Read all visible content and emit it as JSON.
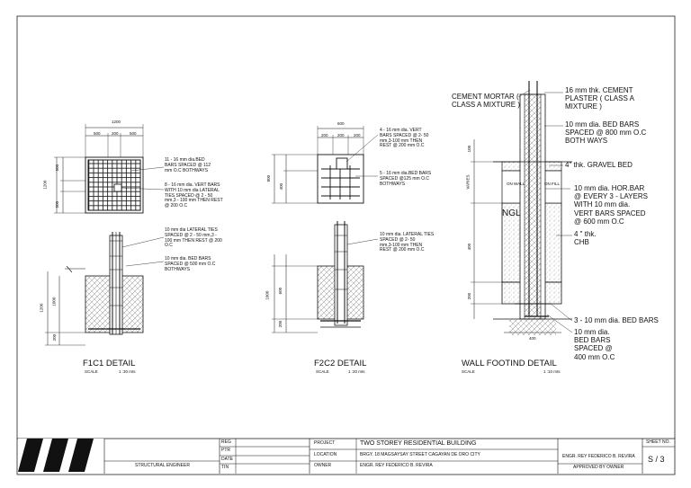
{
  "details": {
    "f1c1": {
      "title": "F1C1 DETAIL",
      "scale_label": "SCALE",
      "scale_value": "1 :30 mts",
      "dims": {
        "top_total": "1200",
        "top_a": "500",
        "top_b": "200",
        "top_c": "500",
        "left_total": "1200",
        "left_a": "500",
        "left_b": "500",
        "elev_total": "1200",
        "elev_a": "1000",
        "elev_b": "200"
      },
      "notes": {
        "bed_bars": "11 - 16 mm dia.BED\nBARS SPACED @ 112\nmm O.C BOTHWAYS",
        "vert_bars": "8 - 16 mm dia. VERT BARS\nWITH 10 mm dia LATERAL\nTIES SPACED @ 2 - 50\nmm,3 - 100 mm THEN REST\n@ 200 O.C",
        "lateral_ties": "10 mm dia LATERAL TIES\nSPACED @ 2 - 50 mm,3 -\n100 mm THEN REST @ 200\nO.C",
        "bed_bars_2": "10 mm dia. BED BARS\nSPACED @ 500 mm O.C\nBOTHWAYS"
      }
    },
    "f2c2": {
      "title": "F2C2 DETAIL",
      "scale_label": "SCALE",
      "scale_value": "1 :20 mts",
      "dims": {
        "top_total": "600",
        "top_a": "200",
        "top_b": "200",
        "top_c": "200",
        "left_total": "800",
        "left_a": "400",
        "elev_total": "1000",
        "elev_a": "600",
        "elev_b": "200"
      },
      "notes": {
        "vert_bars": "4 - 16 mm dia. VERT\nBARS SPACED @ 2- 50\nmm,3-100 mm THEN\nREST @ 200 mm O.C",
        "bed_bars": "5 - 16 mm dia.BED BARS\nSPACED @125 mm O.C\nBOTHWAYS",
        "lateral_ties": "10 mm dia. LATERAL TIES\nSPACED @ 2- 50\nmm,3-100 mm THEN\nREST @ 200 mm O.C"
      }
    },
    "wall": {
      "title": "WALL FOOTIND DETAIL",
      "scale_label": "SCALE",
      "scale_value": "1 :10 mts",
      "ngl": "NGL",
      "dims": {
        "varies": "VARIES",
        "h_a": "400",
        "h_b": "200",
        "h_top": "100",
        "bottom": "400"
      },
      "small": {
        "on_wall": "ON WALL",
        "on_fill": "ON FILL"
      },
      "notes": {
        "cement_mortar": "CEMENT MORTAR (\nCLASS A MIXTURE )",
        "plaster": "16 mm thk. CEMENT\nPLASTER ( CLASS A\nMIXTURE )",
        "bed_bars_top": "10 mm dia. BED BARS\nSPACED @ 800 mm O.C\nBOTH WAYS",
        "gravel": "4\" thk. GRAVEL BED",
        "hor_bar": "10 mm dia. HOR.BAR\n@ EVERY 3 - LAYERS\nWITH 10 mm dia.\nVERT BARS SPACED\n@ 600 mm O.C",
        "chb": "4 \" thk.\nCHB",
        "bed_bars_3": "3 - 10 mm dia. BED BARS",
        "bed_bars_spaced": "10 mm dia.\nBED BARS\nSPACED @\n400 mm O.C"
      }
    }
  },
  "title_block": {
    "structural_engineer": "STRUCTURAL ENGINEER",
    "reg": "REG",
    "ptr": "PTR",
    "date": "DATE",
    "tin": "TIN",
    "project_label": "PROJECT",
    "project_value": "TWO STOREY RESIDENTIAL BUILDING",
    "location_label": "LOCATION",
    "location_value": "BRGY. 18 MAGSAYSAY STREET CAGAYAN DE ORO CITY",
    "owner_label": "OWNER",
    "owner_value": "ENGR. REY FEDERICO B. REVIRA",
    "engineer_name": "ENGR. REY FEDERICO B. REVIRA",
    "approved": "APPROVED BY OWNER",
    "sheet_no_label": "SHEET NO.",
    "sheet_no_value": "S / 3"
  }
}
